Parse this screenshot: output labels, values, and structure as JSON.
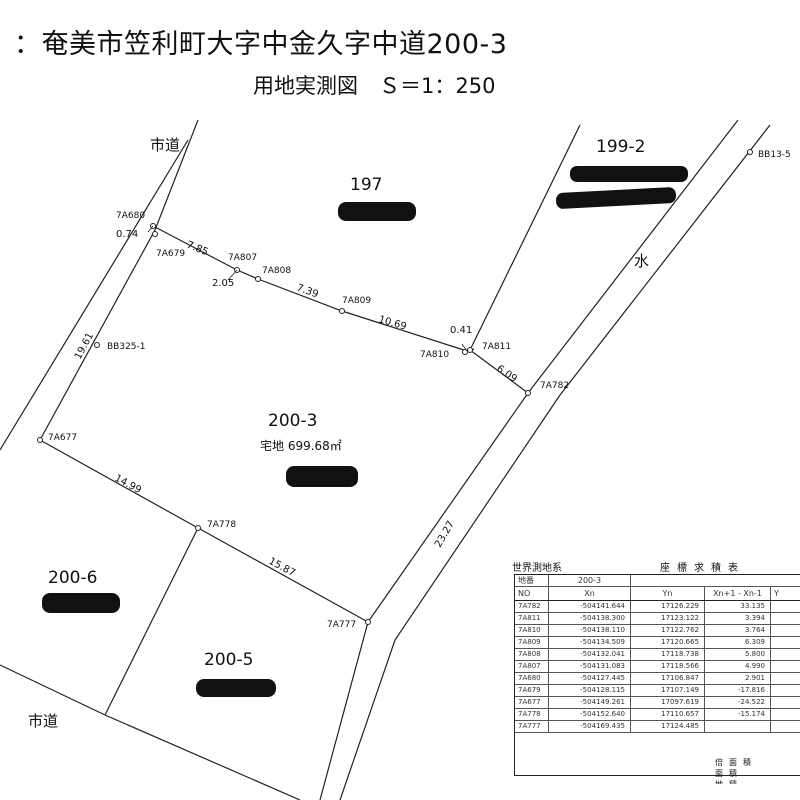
{
  "header": {
    "title": "：奄美市笠利町大字中金久字中道200-3",
    "subtitle": "用地実測図　Ｓ＝1：250"
  },
  "lots": {
    "main": "200-3",
    "main_use": "宅地 699.68㎡",
    "north": "197",
    "northeast": "199-2",
    "southwest": "200-6",
    "south": "200-5"
  },
  "roads": {
    "city_road_north": "市道",
    "city_road_south": "市道",
    "water": "水"
  },
  "benchmarks": {
    "bb_west": "BB325-1",
    "bb_east": "BB13-5"
  },
  "points": {
    "p680": "7A680",
    "p679": "7A679",
    "p807": "7A807",
    "p808": "7A808",
    "p809": "7A809",
    "p810": "7A810",
    "p811": "7A811",
    "p782": "7A782",
    "p677": "7A677",
    "p778": "7A778",
    "p777": "7A777"
  },
  "dimensions": {
    "d074": "0.74",
    "d785": "7.85",
    "d205": "2.05",
    "d739": "7.39",
    "d1069": "10.69",
    "d041": "0.41",
    "d609": "6.09",
    "d1961": "19.61",
    "d1499": "14.99",
    "d1587": "15.87",
    "d2327": "23.27"
  },
  "coord_table": {
    "system": "世界測地系",
    "title": "座標求積表",
    "lot_label": "地番",
    "lot_value": "200-3",
    "columns": [
      "NO",
      "Xn",
      "Yn",
      "Xn+1 - Xn-1",
      "Y"
    ],
    "rows": [
      [
        "7A782",
        "-504141.644",
        "17126.229",
        "33.135"
      ],
      [
        "7A811",
        "-504138.300",
        "17123.122",
        "3.394"
      ],
      [
        "7A810",
        "-504138.110",
        "17122.762",
        "3.764"
      ],
      [
        "7A809",
        "-504134.509",
        "17120.665",
        "6.309"
      ],
      [
        "7A808",
        "-504132.041",
        "17118.738",
        "5.800"
      ],
      [
        "7A807",
        "-504131.083",
        "17118.566",
        "4.990"
      ],
      [
        "7A680",
        "-504127.445",
        "17106.847",
        "2.901"
      ],
      [
        "7A679",
        "-504128.115",
        "17107.149",
        "-17.816"
      ],
      [
        "7A677",
        "-504149.261",
        "17097.619",
        "-24.522"
      ],
      [
        "7A778",
        "-504152.640",
        "17110.657",
        "-15.174"
      ],
      [
        "7A777",
        "-504169.435",
        "17124.485",
        ""
      ]
    ],
    "footer": [
      "倍面積",
      "面積",
      "地積"
    ]
  }
}
